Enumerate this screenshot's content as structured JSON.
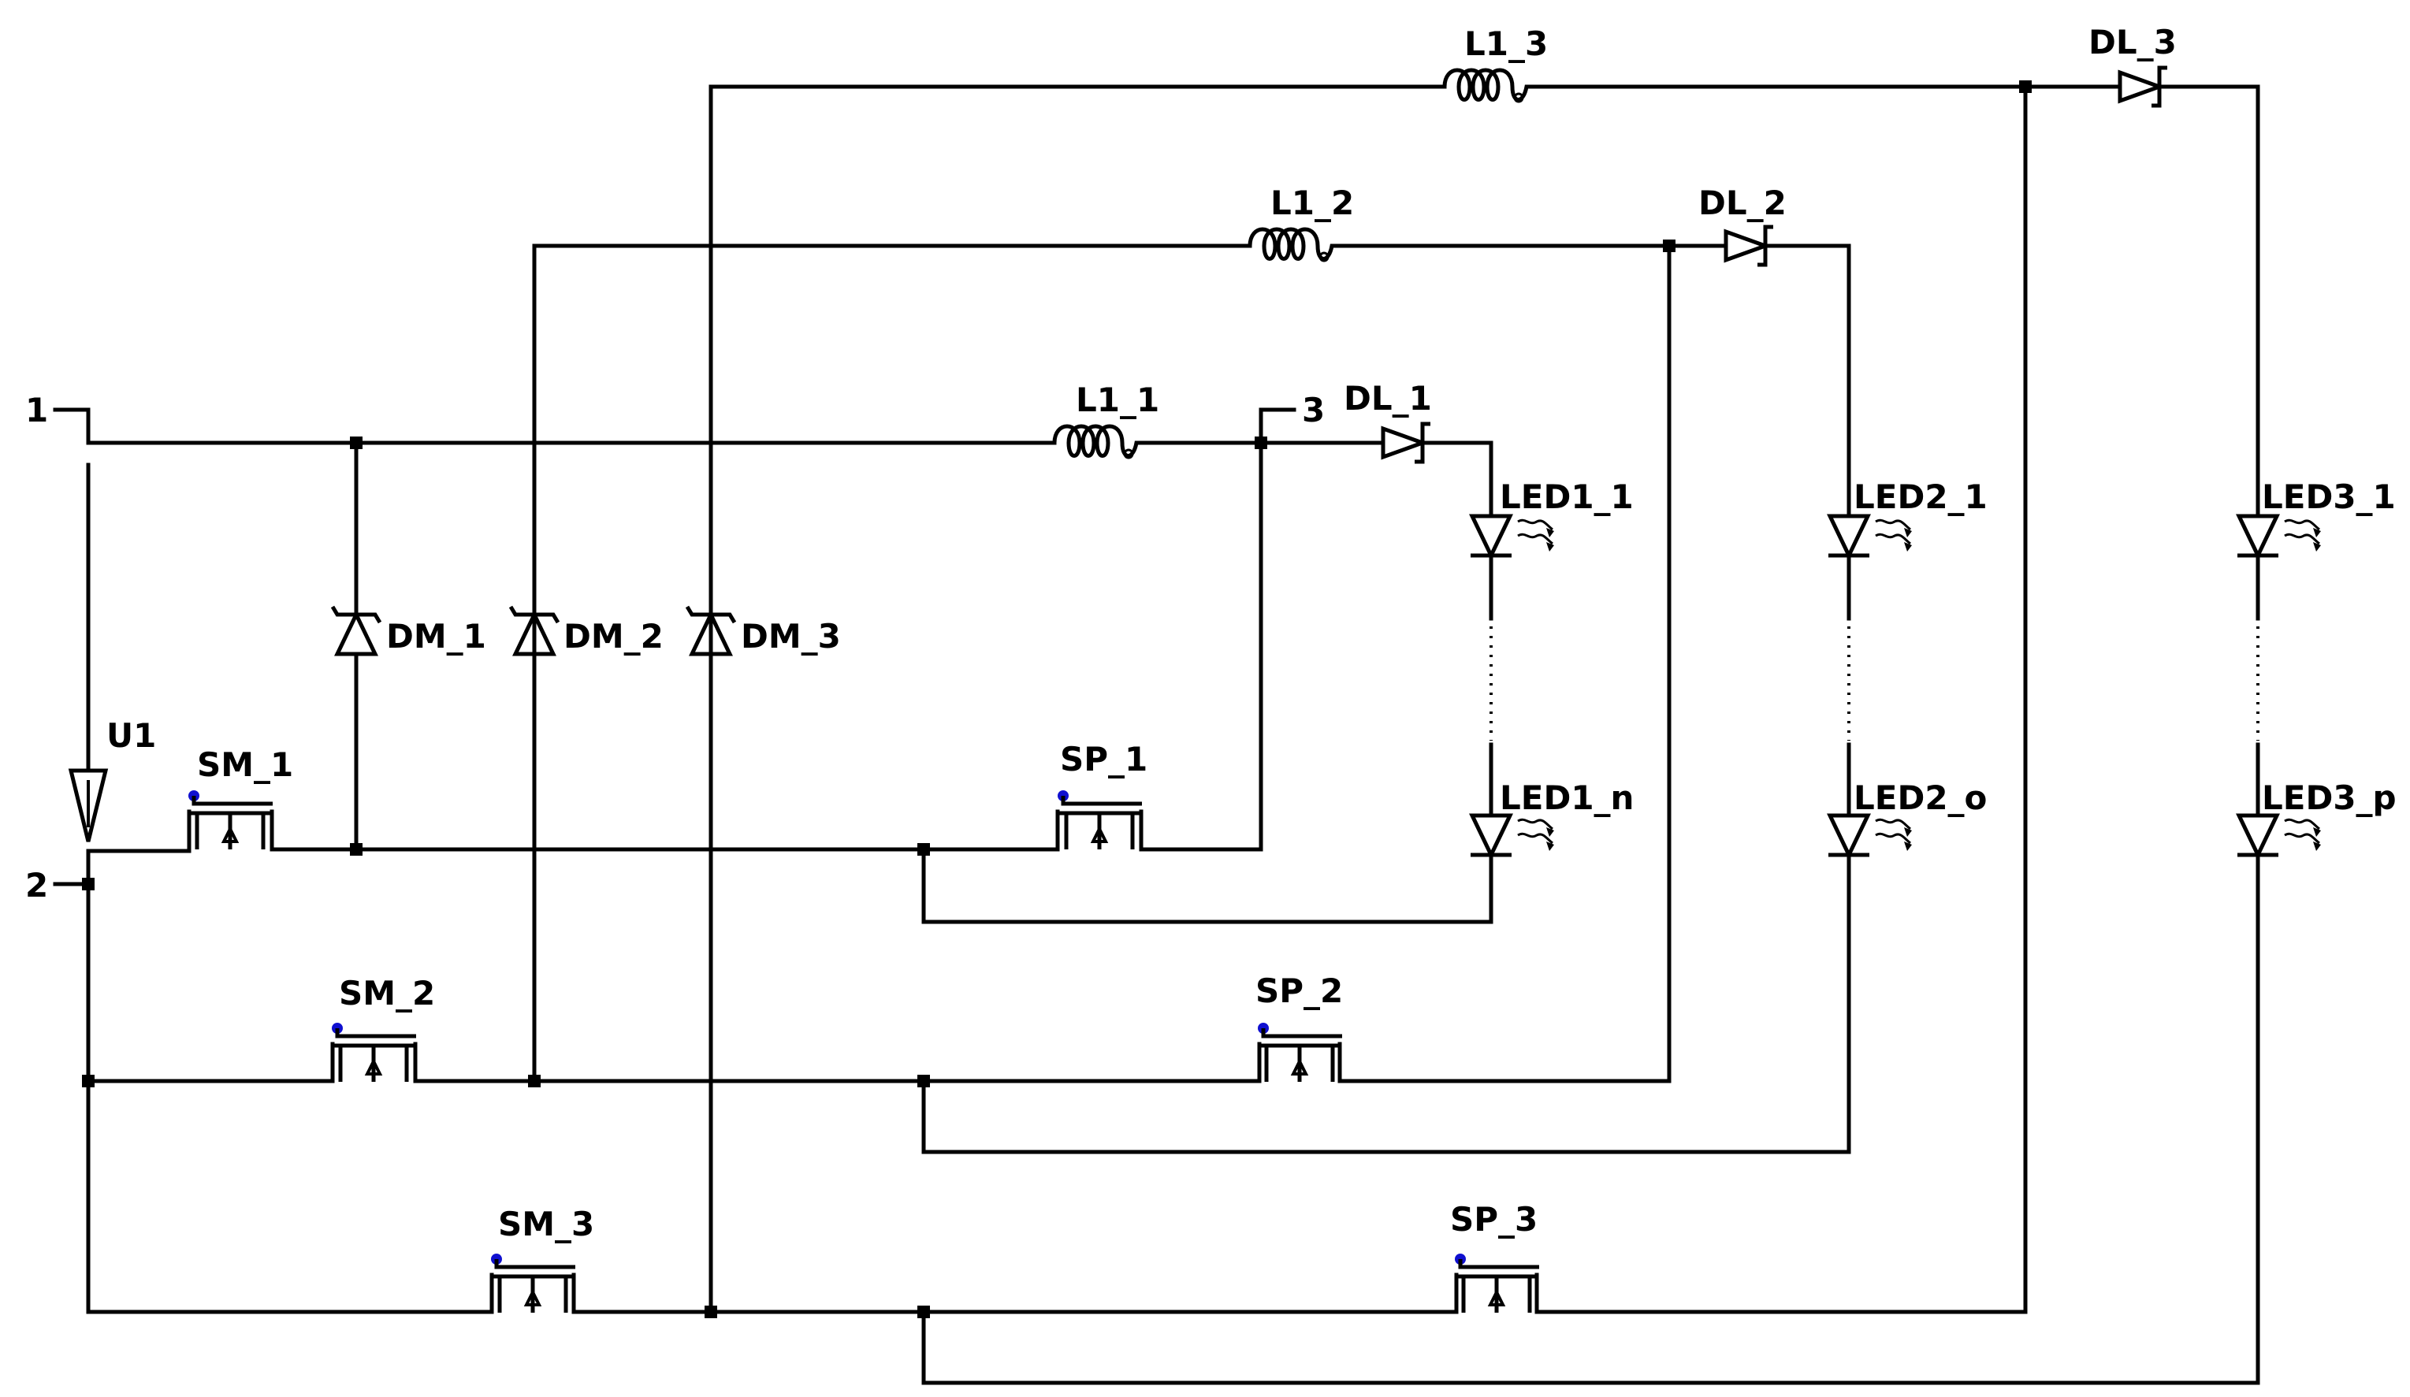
{
  "colors": {
    "wire": "#000000",
    "background": "#ffffff",
    "gate_marker": "#1010d0"
  },
  "labels": {
    "node_1": "1",
    "node_2": "2",
    "node_3": "3",
    "U1": "U1",
    "L1_1": "L1_1",
    "L1_2": "L1_2",
    "L1_3": "L1_3",
    "DL_1": "DL_1",
    "DL_2": "DL_2",
    "DL_3": "DL_3",
    "DM_1": "DM_1",
    "DM_2": "DM_2",
    "DM_3": "DM_3",
    "SM_1": "SM_1",
    "SM_2": "SM_2",
    "SM_3": "SM_3",
    "SP_1": "SP_1",
    "SP_2": "SP_2",
    "SP_3": "SP_3",
    "LED1_1": "LED1_1",
    "LED1_n": "LED1_n",
    "LED2_1": "LED2_1",
    "LED2_o": "LED2_o",
    "LED3_1": "LED3_1",
    "LED3_p": "LED3_p"
  },
  "icons": {
    "inductor": "inductor-icon",
    "schottky_diode": "diode-icon",
    "led": "led-icon",
    "mosfet": "mosfet-icon",
    "current_source": "current-source-icon"
  }
}
